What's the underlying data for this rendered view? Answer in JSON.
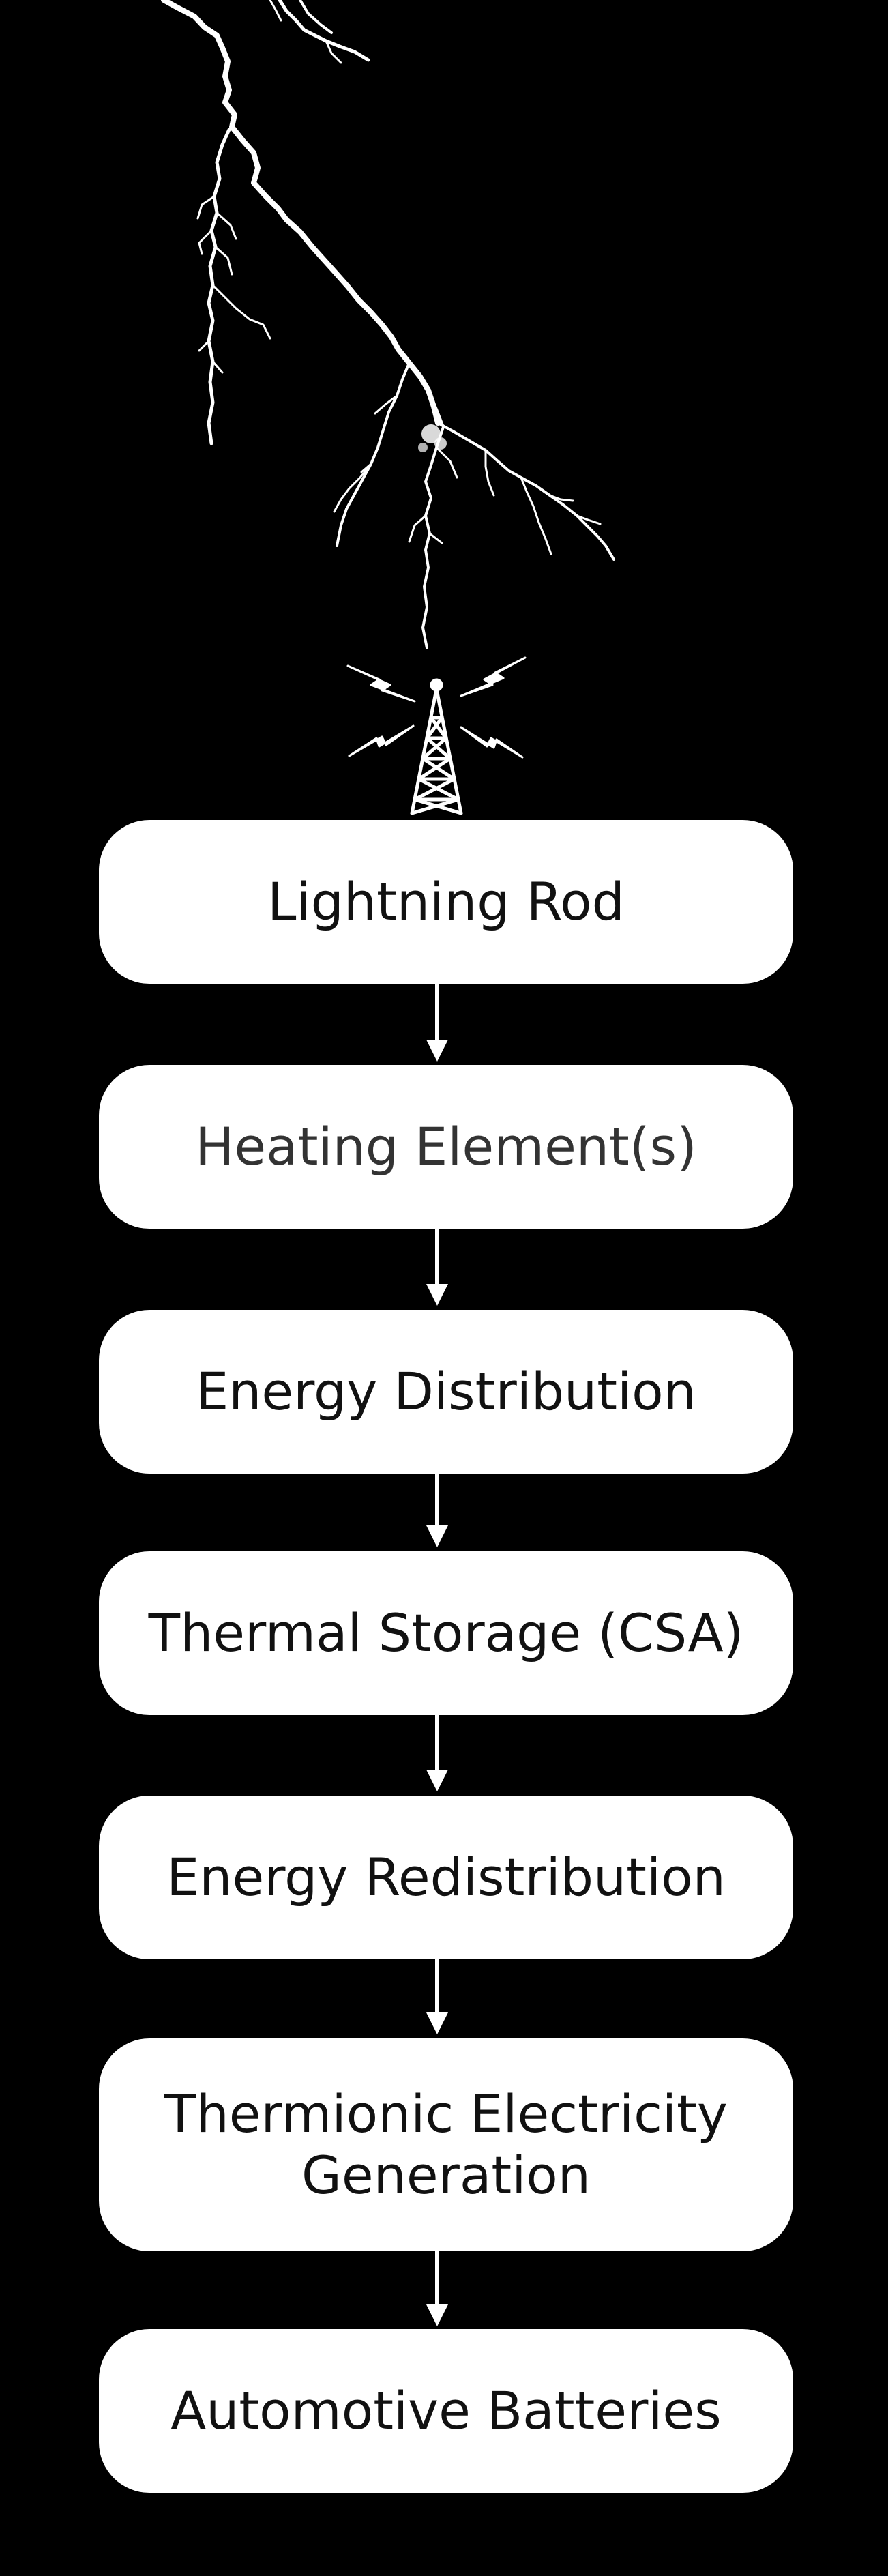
{
  "colors": {
    "background": "#000000",
    "box_fill": "#ffffff",
    "text": "#111111",
    "connector": "#ffffff",
    "lightning": "#ffffff"
  },
  "icons": {
    "lightning": "lightning-bolt-icon",
    "tower": "radio-tower-icon"
  },
  "steps": [
    {
      "label": "Lightning Rod"
    },
    {
      "label": "Heating Element(s)"
    },
    {
      "label": "Energy Distribution"
    },
    {
      "label": "Thermal Storage (CSA)"
    },
    {
      "label": "Energy Redistribution"
    },
    {
      "label": "Thermionic Electricity\nGeneration"
    },
    {
      "label": "Automotive Batteries"
    }
  ]
}
